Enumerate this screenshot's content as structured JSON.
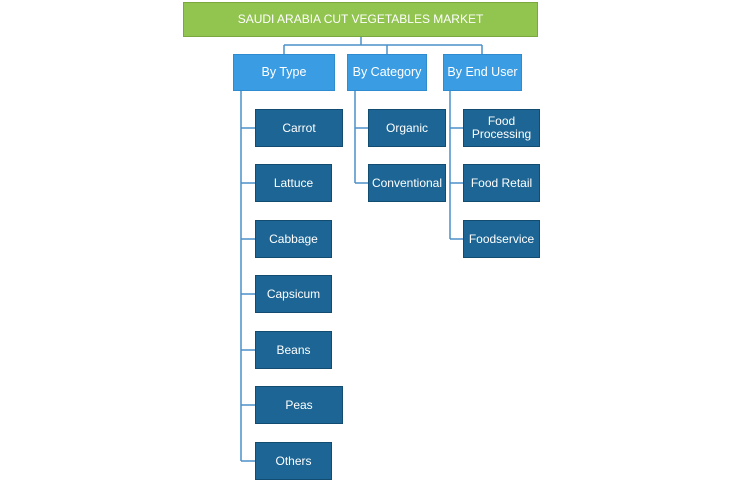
{
  "title": "SAUDI ARABIA CUT VEGETABLES MARKET",
  "categories": [
    {
      "label": "By Type",
      "items": [
        "Carrot",
        "Lattuce",
        "Cabbage",
        "Capsicum",
        "Beans",
        "Peas",
        "Others"
      ]
    },
    {
      "label": "By Category",
      "items": [
        "Organic",
        "Conventional"
      ]
    },
    {
      "label": "By End User",
      "items": [
        "Food Processing",
        "Food Retail",
        "Foodservice"
      ]
    }
  ],
  "colors": {
    "title_fill": "#92c450",
    "category_fill": "#3a9de4",
    "leaf_fill": "#1c6594",
    "connector": "#4a90c8"
  }
}
